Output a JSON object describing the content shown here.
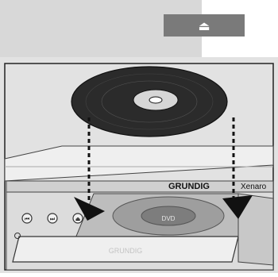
{
  "eject_badge": {
    "symbol": "⏏"
  },
  "device": {
    "brand": "GRUNDIG",
    "model": "Xenaro",
    "tray_label": "DVD",
    "front_logo": "GRUNDIG"
  },
  "colors": {
    "band_gray": "#d8d8d8",
    "badge_gray": "#7a7a7a",
    "panel_gray": "#e2e2e2",
    "outline": "#222222"
  }
}
